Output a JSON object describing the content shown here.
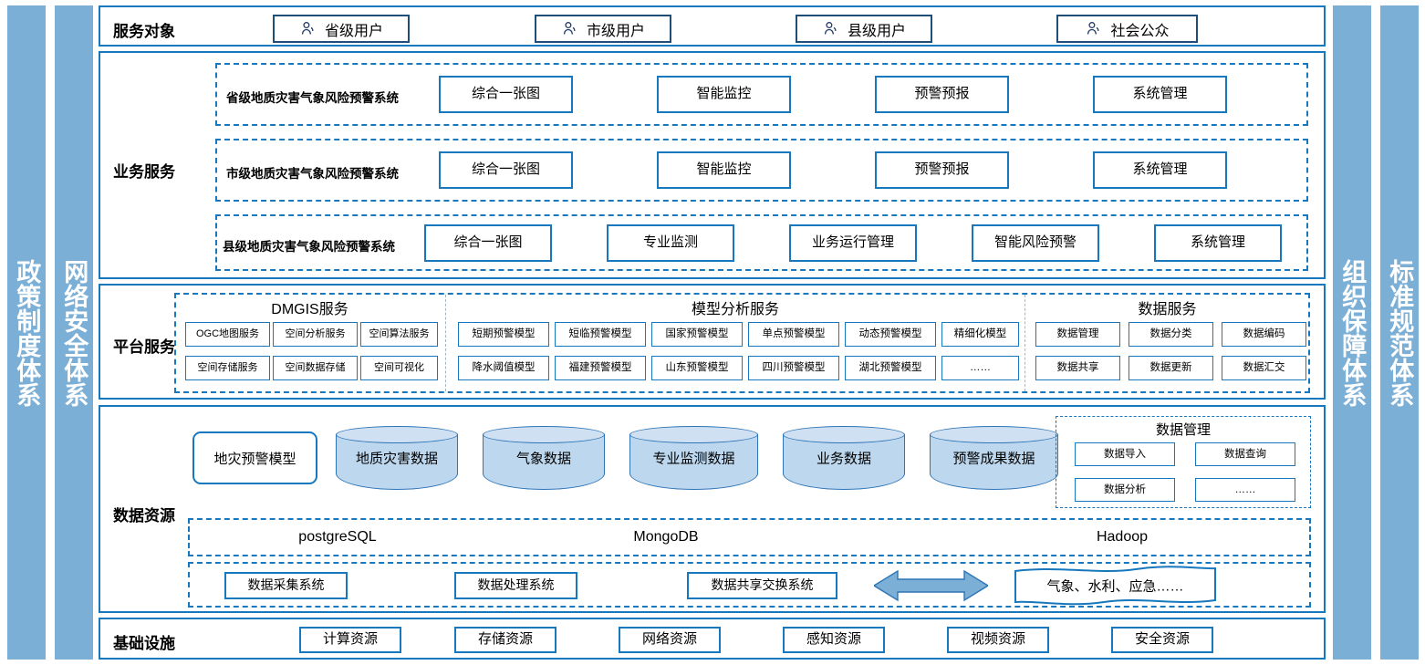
{
  "left_bars": [
    {
      "name": "policy-system",
      "text": "政策制度体系"
    },
    {
      "name": "network-security-system",
      "text": "网络安全体系"
    }
  ],
  "right_bars": [
    {
      "name": "organization-guarantee-system",
      "text": "组织保障体系"
    },
    {
      "name": "standard-norm-system",
      "text": "标准规范体系"
    }
  ],
  "service_object": {
    "label": "服务对象",
    "users": [
      {
        "icon": "user-icon",
        "label": "省级用户"
      },
      {
        "icon": "user-icon",
        "label": "市级用户"
      },
      {
        "icon": "user-icon",
        "label": "县级用户"
      },
      {
        "icon": "user-icon",
        "label": "社会公众"
      }
    ]
  },
  "business_service": {
    "label": "业务服务",
    "rows": [
      {
        "system": "省级地质灾害气象风险预警系统",
        "modules": [
          "综合一张图",
          "智能监控",
          "预警预报",
          "系统管理"
        ]
      },
      {
        "system": "市级地质灾害气象风险预警系统",
        "modules": [
          "综合一张图",
          "智能监控",
          "预警预报",
          "系统管理"
        ]
      },
      {
        "system": "县级地质灾害气象风险预警系统",
        "modules": [
          "综合一张图",
          "专业监测",
          "业务运行管理",
          "智能风险预警",
          "系统管理"
        ]
      }
    ]
  },
  "platform_service": {
    "label": "平台服务",
    "groups": [
      {
        "title": "DMGIS服务",
        "row1": [
          "OGC地图服务",
          "空间分析服务",
          "空间算法服务"
        ],
        "row2": [
          "空间存储服务",
          "空间数据存储",
          "空间可视化"
        ]
      },
      {
        "title": "模型分析服务",
        "row1": [
          "短期预警模型",
          "短临预警模型",
          "国家预警模型",
          "单点预警模型",
          "动态预警模型",
          "精细化模型"
        ],
        "row2": [
          "降水阈值模型",
          "福建预警模型",
          "山东预警模型",
          "四川预警模型",
          "湖北预警模型",
          "……"
        ]
      },
      {
        "title": "数据服务",
        "row1": [
          "数据管理",
          "数据分类",
          "数据编码"
        ],
        "row2": [
          "数据共享",
          "数据更新",
          "数据汇交"
        ]
      }
    ]
  },
  "data_resource": {
    "label": "数据资源",
    "model_box": "地灾预警模型",
    "cylinders": [
      "地质灾害数据",
      "气象数据",
      "专业监测数据",
      "业务数据",
      "预警成果数据"
    ],
    "data_management": {
      "title": "数据管理",
      "items": [
        "数据导入",
        "数据查询",
        "数据分析",
        "……"
      ]
    },
    "databases": [
      "postgreSQL",
      "MongoDB",
      "Hadoop"
    ],
    "systems": [
      "数据采集系统",
      "数据处理系统",
      "数据共享交换系统"
    ],
    "exchange_arrow": "double-arrow-icon",
    "external": "气象、水利、应急……"
  },
  "infrastructure": {
    "label": "基础设施",
    "items": [
      "计算资源",
      "存储资源",
      "网络资源",
      "感知资源",
      "视频资源",
      "安全资源"
    ]
  },
  "colors": {
    "bar_blue": "#7CAFD6",
    "border_blue": "#1878BE",
    "dark_blue": "#1F4E79",
    "cylinder_fill": "#BDD7EE",
    "cylinder_stroke": "#2E75B6"
  }
}
